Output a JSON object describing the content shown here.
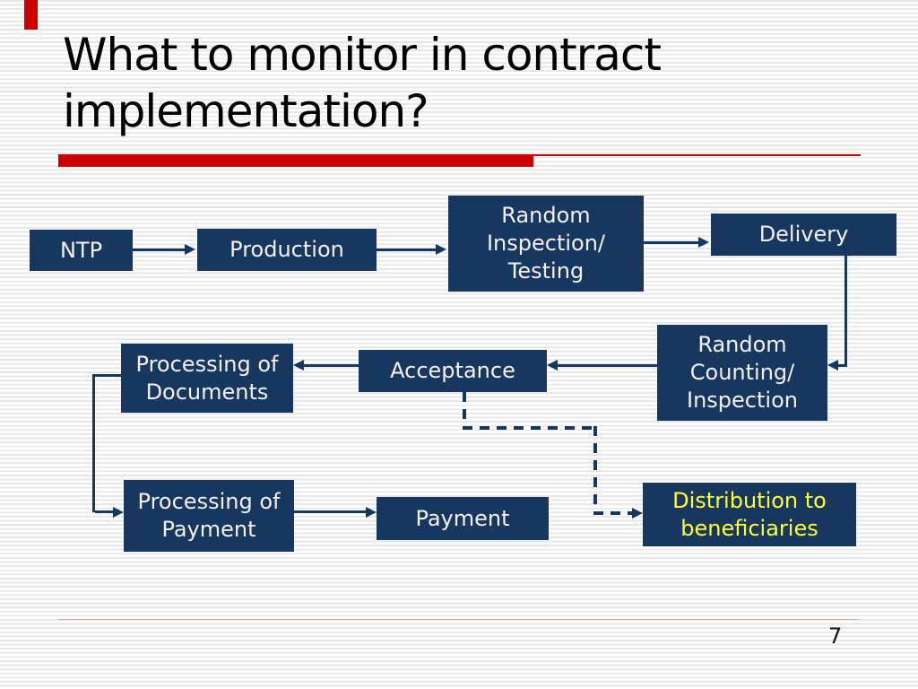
{
  "slide": {
    "title": "What to monitor in contract\nimplementation?",
    "page_number": "7"
  },
  "colors": {
    "node_fill": "#17375E",
    "node_text": "#F2F2F2",
    "highlight_text": "#FFFF33",
    "accent_red": "#CC0000",
    "connector": "#17375E",
    "background_stripe": "#E7E7E7"
  },
  "flowchart": {
    "nodes": {
      "ntp": {
        "label": "NTP"
      },
      "production": {
        "label": "Production"
      },
      "random_inspection": {
        "label": "Random\nInspection/\nTesting"
      },
      "delivery": {
        "label": "Delivery"
      },
      "random_counting": {
        "label": "Random\nCounting/\nInspection"
      },
      "acceptance": {
        "label": "Acceptance"
      },
      "processing_documents": {
        "label": "Processing of\nDocuments"
      },
      "processing_payment": {
        "label": "Processing of\nPayment"
      },
      "payment": {
        "label": "Payment"
      },
      "distribution": {
        "label": "Distribution to\nbeneficiaries"
      }
    }
  }
}
